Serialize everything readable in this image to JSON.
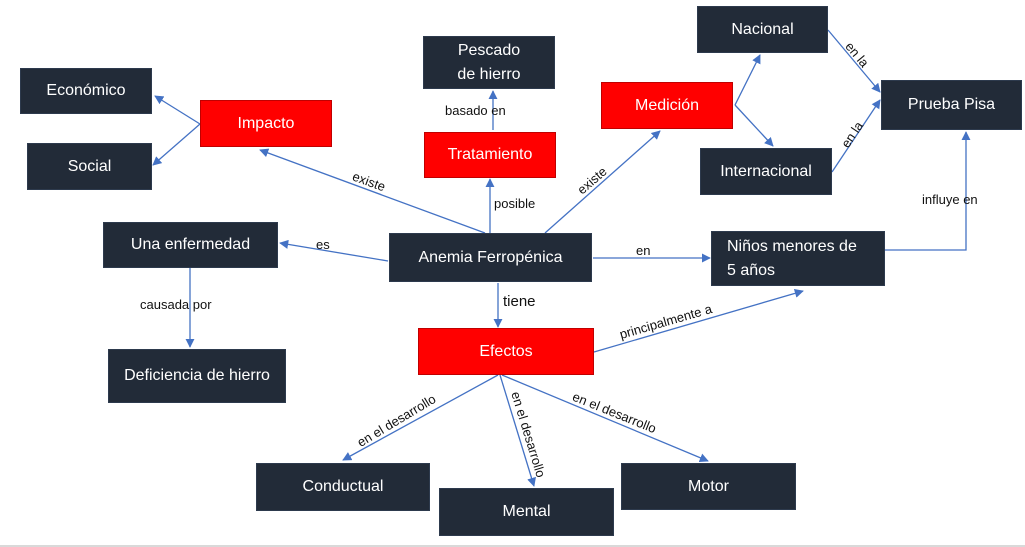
{
  "diagram": {
    "nodes": {
      "economico": "Económico",
      "social": "Social",
      "impacto": "Impacto",
      "pescado_line1": "Pescado",
      "pescado_line2": "de hierro",
      "tratamiento": "Tratamiento",
      "medicion": "Medición",
      "nacional": "Nacional",
      "internacional": "Internacional",
      "prueba_pisa": "Prueba Pisa",
      "enfermedad": "Una enfermedad",
      "anemia": "Anemia Ferropénica",
      "ninos_line1": "Niños menores de",
      "ninos_line2": "5 años",
      "deficiencia": "Deficiencia de hierro",
      "efectos": "Efectos",
      "conductual": "Conductual",
      "mental": "Mental",
      "motor": "Motor"
    },
    "edge_labels": {
      "existe_impacto": "existe",
      "basado_en": "basado en",
      "posible": "posible",
      "existe_medicion": "existe",
      "en_la_nacional": "en la",
      "en_la_internacional": "en la",
      "influye_en": "influye en",
      "es": "es",
      "en": "en",
      "tiene": "tiene",
      "causada_por": "causada por",
      "principalmente_a": "principalmente a",
      "en_el_desarrollo_conductual": "en el desarrollo",
      "en_el_desarrollo_mental": "en el desarrollo",
      "en_el_desarrollo_motor": "en el desarrollo"
    },
    "colors": {
      "node_fill": "#222b38",
      "highlight_fill": "#ff0000",
      "connector": "#4472c4",
      "text_on_node": "#ffffff"
    }
  }
}
